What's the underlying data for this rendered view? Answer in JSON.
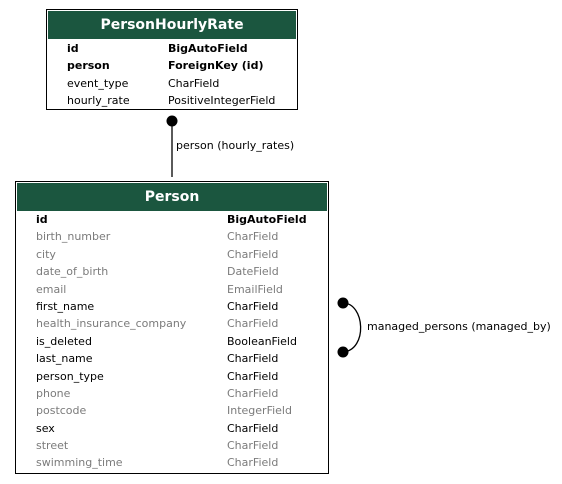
{
  "models": {
    "phr": {
      "name": "PersonHourlyRate",
      "fields": [
        {
          "name": "id",
          "type": "BigAutoField",
          "style": "pk"
        },
        {
          "name": "person",
          "type": "ForeignKey (id)",
          "style": "fk"
        },
        {
          "name": "event_type",
          "type": "CharField",
          "style": "normal"
        },
        {
          "name": "hourly_rate",
          "type": "PositiveIntegerField",
          "style": "normal"
        }
      ]
    },
    "person": {
      "name": "Person",
      "fields": [
        {
          "name": "id",
          "type": "BigAutoField",
          "style": "pk"
        },
        {
          "name": "birth_number",
          "type": "CharField",
          "style": "inherited"
        },
        {
          "name": "city",
          "type": "CharField",
          "style": "inherited"
        },
        {
          "name": "date_of_birth",
          "type": "DateField",
          "style": "inherited"
        },
        {
          "name": "email",
          "type": "EmailField",
          "style": "inherited"
        },
        {
          "name": "first_name",
          "type": "CharField",
          "style": "normal"
        },
        {
          "name": "health_insurance_company",
          "type": "CharField",
          "style": "inherited"
        },
        {
          "name": "is_deleted",
          "type": "BooleanField",
          "style": "normal"
        },
        {
          "name": "last_name",
          "type": "CharField",
          "style": "normal"
        },
        {
          "name": "person_type",
          "type": "CharField",
          "style": "normal"
        },
        {
          "name": "phone",
          "type": "CharField",
          "style": "inherited"
        },
        {
          "name": "postcode",
          "type": "IntegerField",
          "style": "inherited"
        },
        {
          "name": "sex",
          "type": "CharField",
          "style": "normal"
        },
        {
          "name": "street",
          "type": "CharField",
          "style": "inherited"
        },
        {
          "name": "swimming_time",
          "type": "CharField",
          "style": "inherited"
        }
      ]
    }
  },
  "relations": {
    "fk_label": "person (hourly_rates)",
    "m2m_label": "managed_persons (managed_by)"
  },
  "colors": {
    "header": "#1b563f",
    "inherited_text": "#7b7b7b"
  }
}
